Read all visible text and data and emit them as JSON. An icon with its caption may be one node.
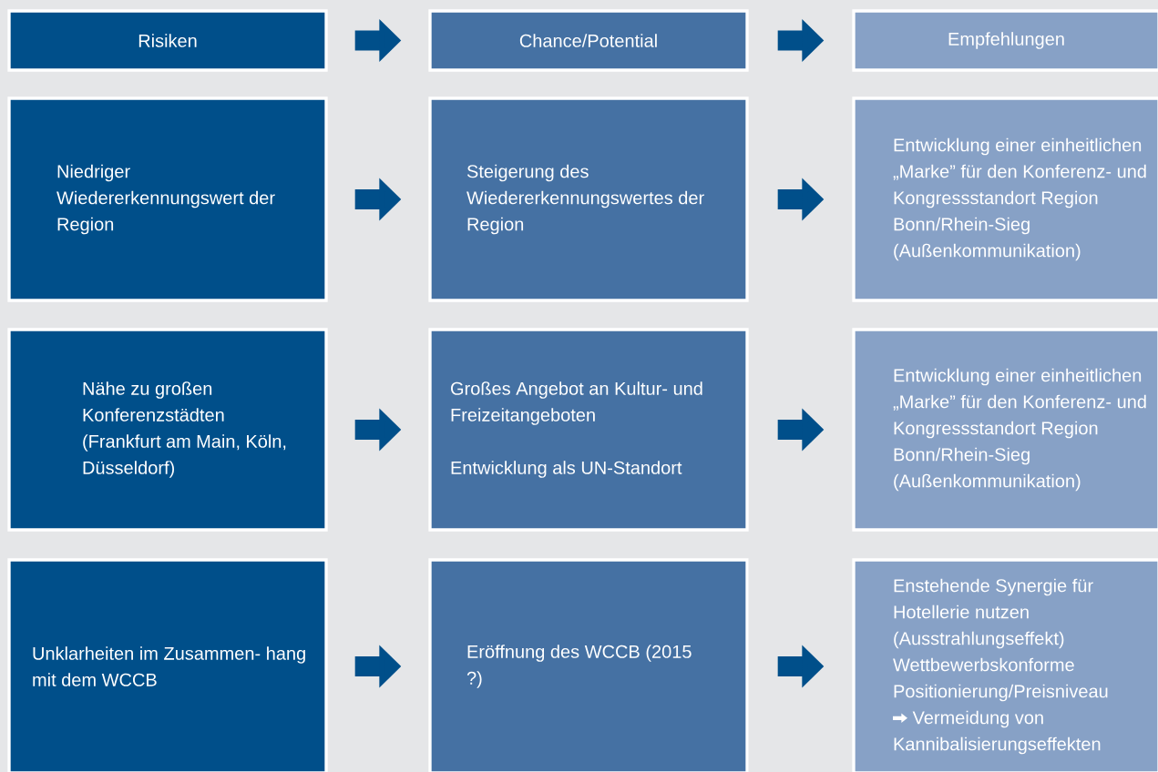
{
  "diagram": {
    "nodes": [
      {
        "text": [
          "Risiken"
        ]
      },
      {
        "text": [
          "Chance/Potential"
        ]
      },
      {
        "text": [
          "Empfehlungen"
        ]
      },
      {
        "text": [
          "Niedriger Wiedererkennungswert der Region"
        ]
      },
      {
        "text": [
          "Steigerung des Wiedererkennungswertes der Region"
        ]
      },
      {
        "text": [
          "Entwicklung einer einheitlichen „Marke” für den Konferenz- und Kongressstandort Region Bonn/Rhein-Sieg (Außenkommunikation)"
        ]
      },
      {
        "text": [
          "Nähe zu großen Konferenzstädten (Frankfurt am Main, Köln, Düsseldorf)"
        ]
      },
      {
        "text": [
          "Großes Angebot an Kultur- und Freizeitangeboten",
          "Entwicklung als UN-Standort"
        ]
      },
      {
        "text": [
          "Entwicklung einer einheitlichen „Marke” für den Konferenz- und Kongressstandort Region Bonn/Rhein-Sieg (Außenkommunikation)"
        ]
      },
      {
        "text": [
          "Unklarheiten im Zusammen- hang mit dem WCCB"
        ]
      },
      {
        "text": [
          "Eröffnung des WCCB (2015 ?)"
        ]
      },
      {
        "text": [
          "Enstehende Synergie für Hotellerie nutzen (Ausstrahlungseffekt)",
          "Wettbewerbskonforme Positionierung/Preisniveau",
          "Vermeidung von Kannibalisierungseffekten"
        ]
      }
    ],
    "edges": [
      {
        "from": 0,
        "to": 1,
        "arrow": "to"
      },
      {
        "from": 1,
        "to": 2,
        "arrow": "to"
      },
      {
        "from": 3,
        "to": 4,
        "arrow": "to"
      },
      {
        "from": 4,
        "to": 5,
        "arrow": "to"
      },
      {
        "from": 6,
        "to": 7,
        "arrow": "to"
      },
      {
        "from": 7,
        "to": 8,
        "arrow": "to"
      },
      {
        "from": 9,
        "to": 10,
        "arrow": "to"
      },
      {
        "from": 10,
        "to": 11,
        "arrow": "to"
      }
    ]
  }
}
